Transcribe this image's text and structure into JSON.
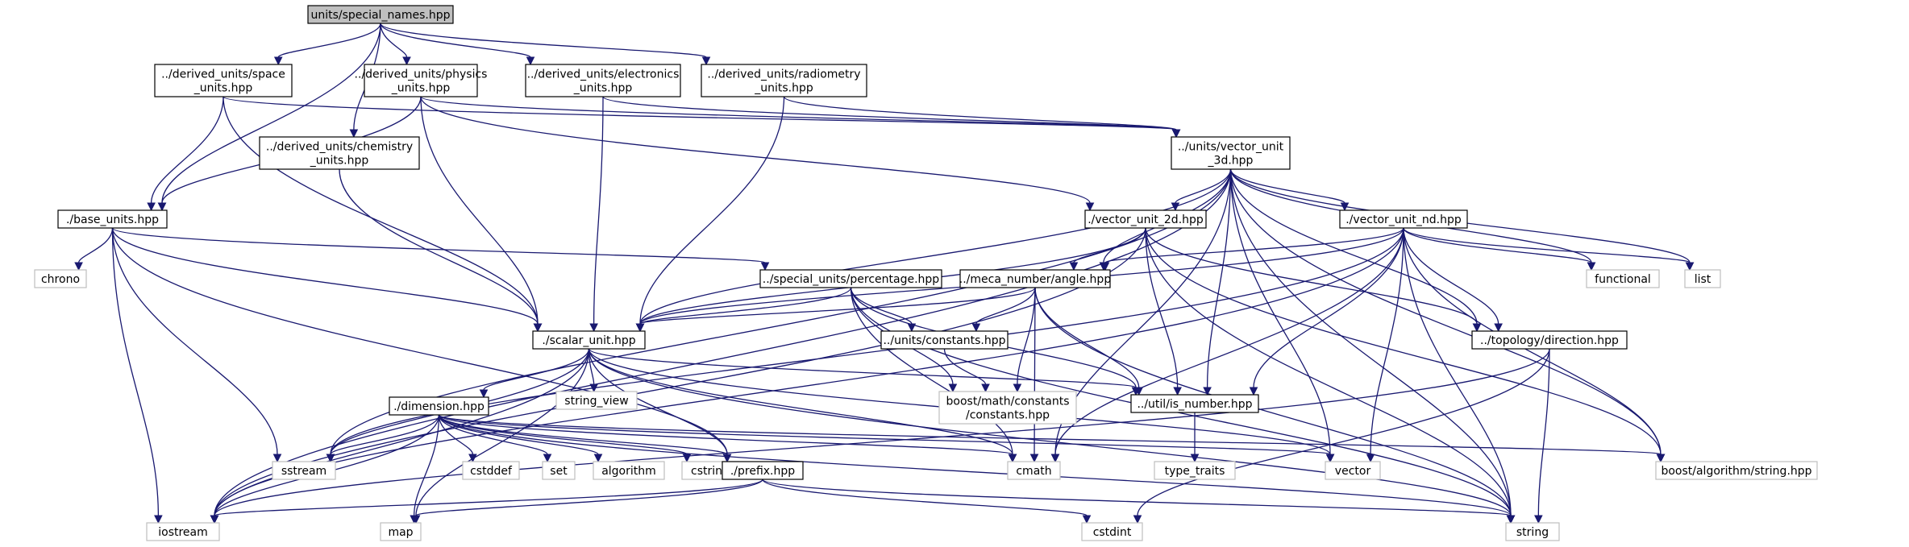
{
  "colors": {
    "edge": "#191970",
    "root_fill": "#bfbfbf",
    "node_border": "#000000",
    "system_border": "#bfbfbf"
  },
  "nodes": {
    "root": [
      "units/special_names.hpp"
    ],
    "space": [
      "../derived_units/space",
      "_units.hpp"
    ],
    "physics": [
      "../derived_units/physics",
      "_units.hpp"
    ],
    "electronics": [
      "../derived_units/electronics",
      "_units.hpp"
    ],
    "radiometry": [
      "../derived_units/radiometry",
      "_units.hpp"
    ],
    "chemistry": [
      "../derived_units/chemistry",
      "_units.hpp"
    ],
    "vector3d": [
      "../units/vector_unit",
      "_3d.hpp"
    ],
    "base_units": [
      "./base_units.hpp"
    ],
    "vector2d": [
      "./vector_unit_2d.hpp"
    ],
    "vectornd": [
      "./vector_unit_nd.hpp"
    ],
    "chrono": [
      "chrono"
    ],
    "percentage": [
      "../special_units/percentage.hpp"
    ],
    "angle": [
      "../meca_number/angle.hpp"
    ],
    "functional": [
      "functional"
    ],
    "list": [
      "list"
    ],
    "scalar_unit": [
      "./scalar_unit.hpp"
    ],
    "constants": [
      "../units/constants.hpp"
    ],
    "direction": [
      "../topology/direction.hpp"
    ],
    "string_view": [
      "string_view"
    ],
    "boost_constants": [
      "boost/math/constants",
      "/constants.hpp"
    ],
    "is_number": [
      "../util/is_number.hpp"
    ],
    "dimension": [
      "./dimension.hpp"
    ],
    "sstream": [
      "sstream"
    ],
    "cstddef": [
      "cstddef"
    ],
    "set": [
      "set"
    ],
    "algorithm": [
      "algorithm"
    ],
    "cstring": [
      "cstring"
    ],
    "prefix": [
      "./prefix.hpp"
    ],
    "cmath": [
      "cmath"
    ],
    "type_traits": [
      "type_traits"
    ],
    "vector": [
      "vector"
    ],
    "boost_string": [
      "boost/algorithm/string.hpp"
    ],
    "iostream": [
      "iostream"
    ],
    "map": [
      "map"
    ],
    "cstdint": [
      "cstdint"
    ],
    "string": [
      "string"
    ]
  }
}
